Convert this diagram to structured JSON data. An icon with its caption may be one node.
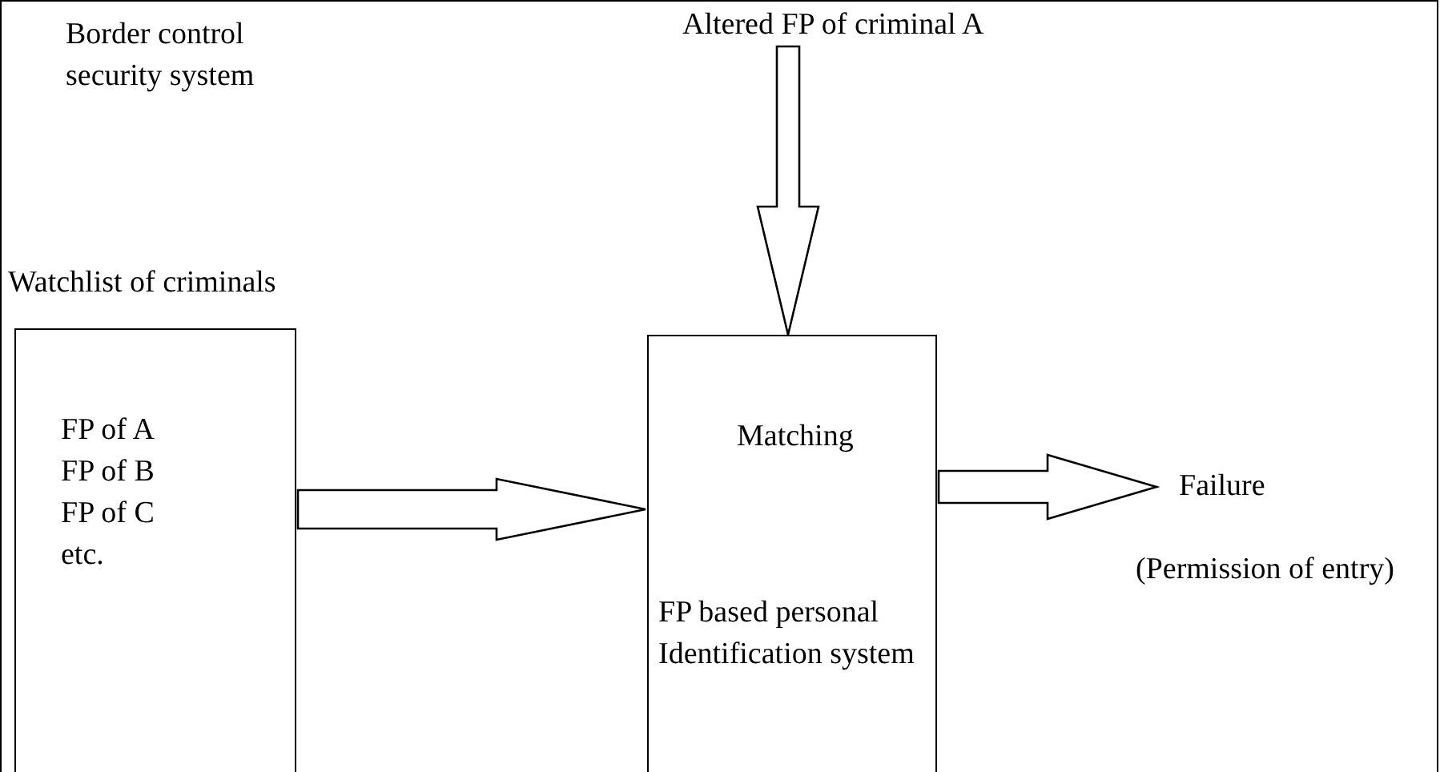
{
  "diagram": {
    "nodes": [
      {
        "text": [
          "Border control security system"
        ]
      },
      {
        "text": [
          "Altered FP of criminal A"
        ],
        "in": 0
      },
      {
        "text": [
          "Watchlist of criminals",
          "FP of A FP of B FP of C etc."
        ],
        "in": 0
      },
      {
        "text": [
          "Matching",
          "FP based personal Identification system"
        ],
        "in": 0
      },
      {
        "text": [
          "Failure",
          "(Permission of entry)"
        ],
        "in": 0
      }
    ],
    "edges": [
      {
        "from": 1,
        "to": 3,
        "arrow": "to"
      },
      {
        "from": 2,
        "to": 3,
        "arrow": "to"
      },
      {
        "from": 3,
        "to": 4,
        "arrow": "to"
      }
    ]
  }
}
